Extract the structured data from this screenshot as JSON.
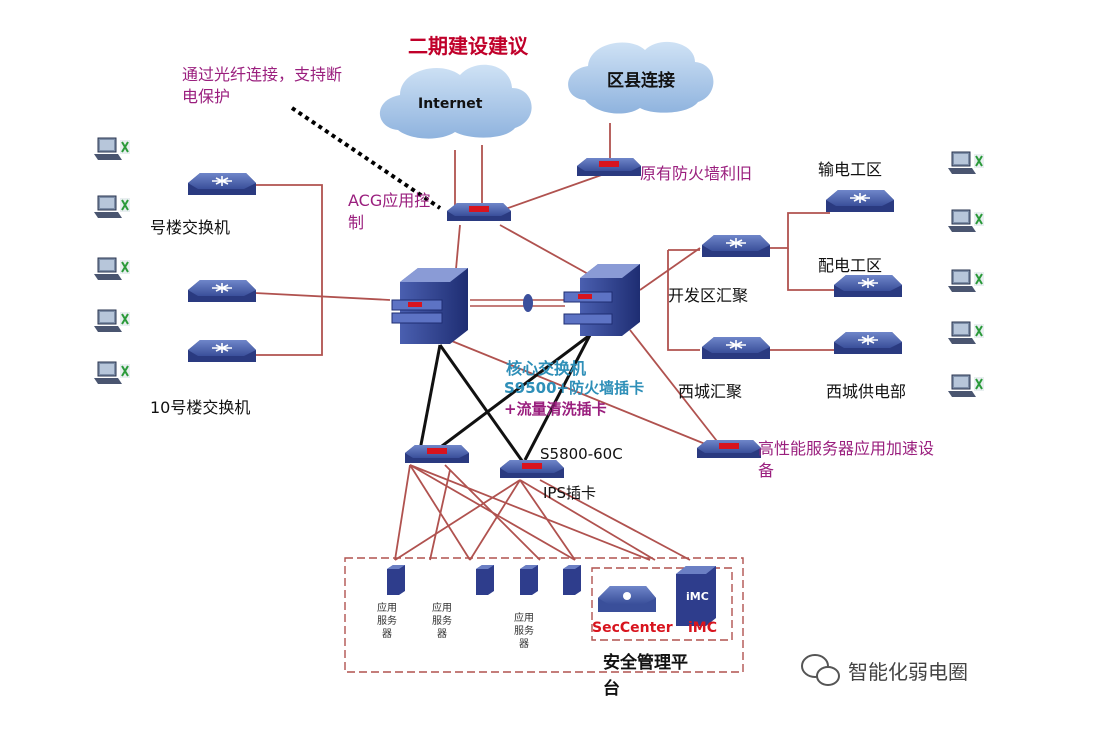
{
  "diagram": {
    "title": "二期建设建议",
    "fiber_note": "通过光纤连接，支持断电保护",
    "cloud_internet": "Internet",
    "cloud_county": "区县连接",
    "old_firewall": "原有防火墙利旧",
    "acg": "ACG应用控制",
    "building_switch_top": "号楼交换机",
    "building_switch_bottom": "10号楼交换机",
    "core_line1": "核心交换机",
    "core_line2": "S9500+防火墙插卡",
    "core_line3": "+流量清洗插卡",
    "kaifaqu": "开发区汇聚",
    "xicheng": "西城汇聚",
    "shudian": "输电工区",
    "peidian": "配电工区",
    "xicheng_power": "西城供电部",
    "accel": "高性能服务器应用加速设备",
    "access_model": "S5800-60C",
    "ips_card": "IPS插卡",
    "app_server": "应用服务器",
    "seccenter": "SecCenter",
    "imc": "iMC",
    "imc_box": "iMC",
    "security_platform": "安全管理平台",
    "watermark": "智能化弱电圈"
  },
  "colors": {
    "link_red": "#b0524f",
    "link_black": "#111111",
    "device_blue": "#3b4f9c",
    "title_red": "#c0002a",
    "label_pink": "#9a1f7e",
    "label_teal": "#2e8fb8"
  }
}
